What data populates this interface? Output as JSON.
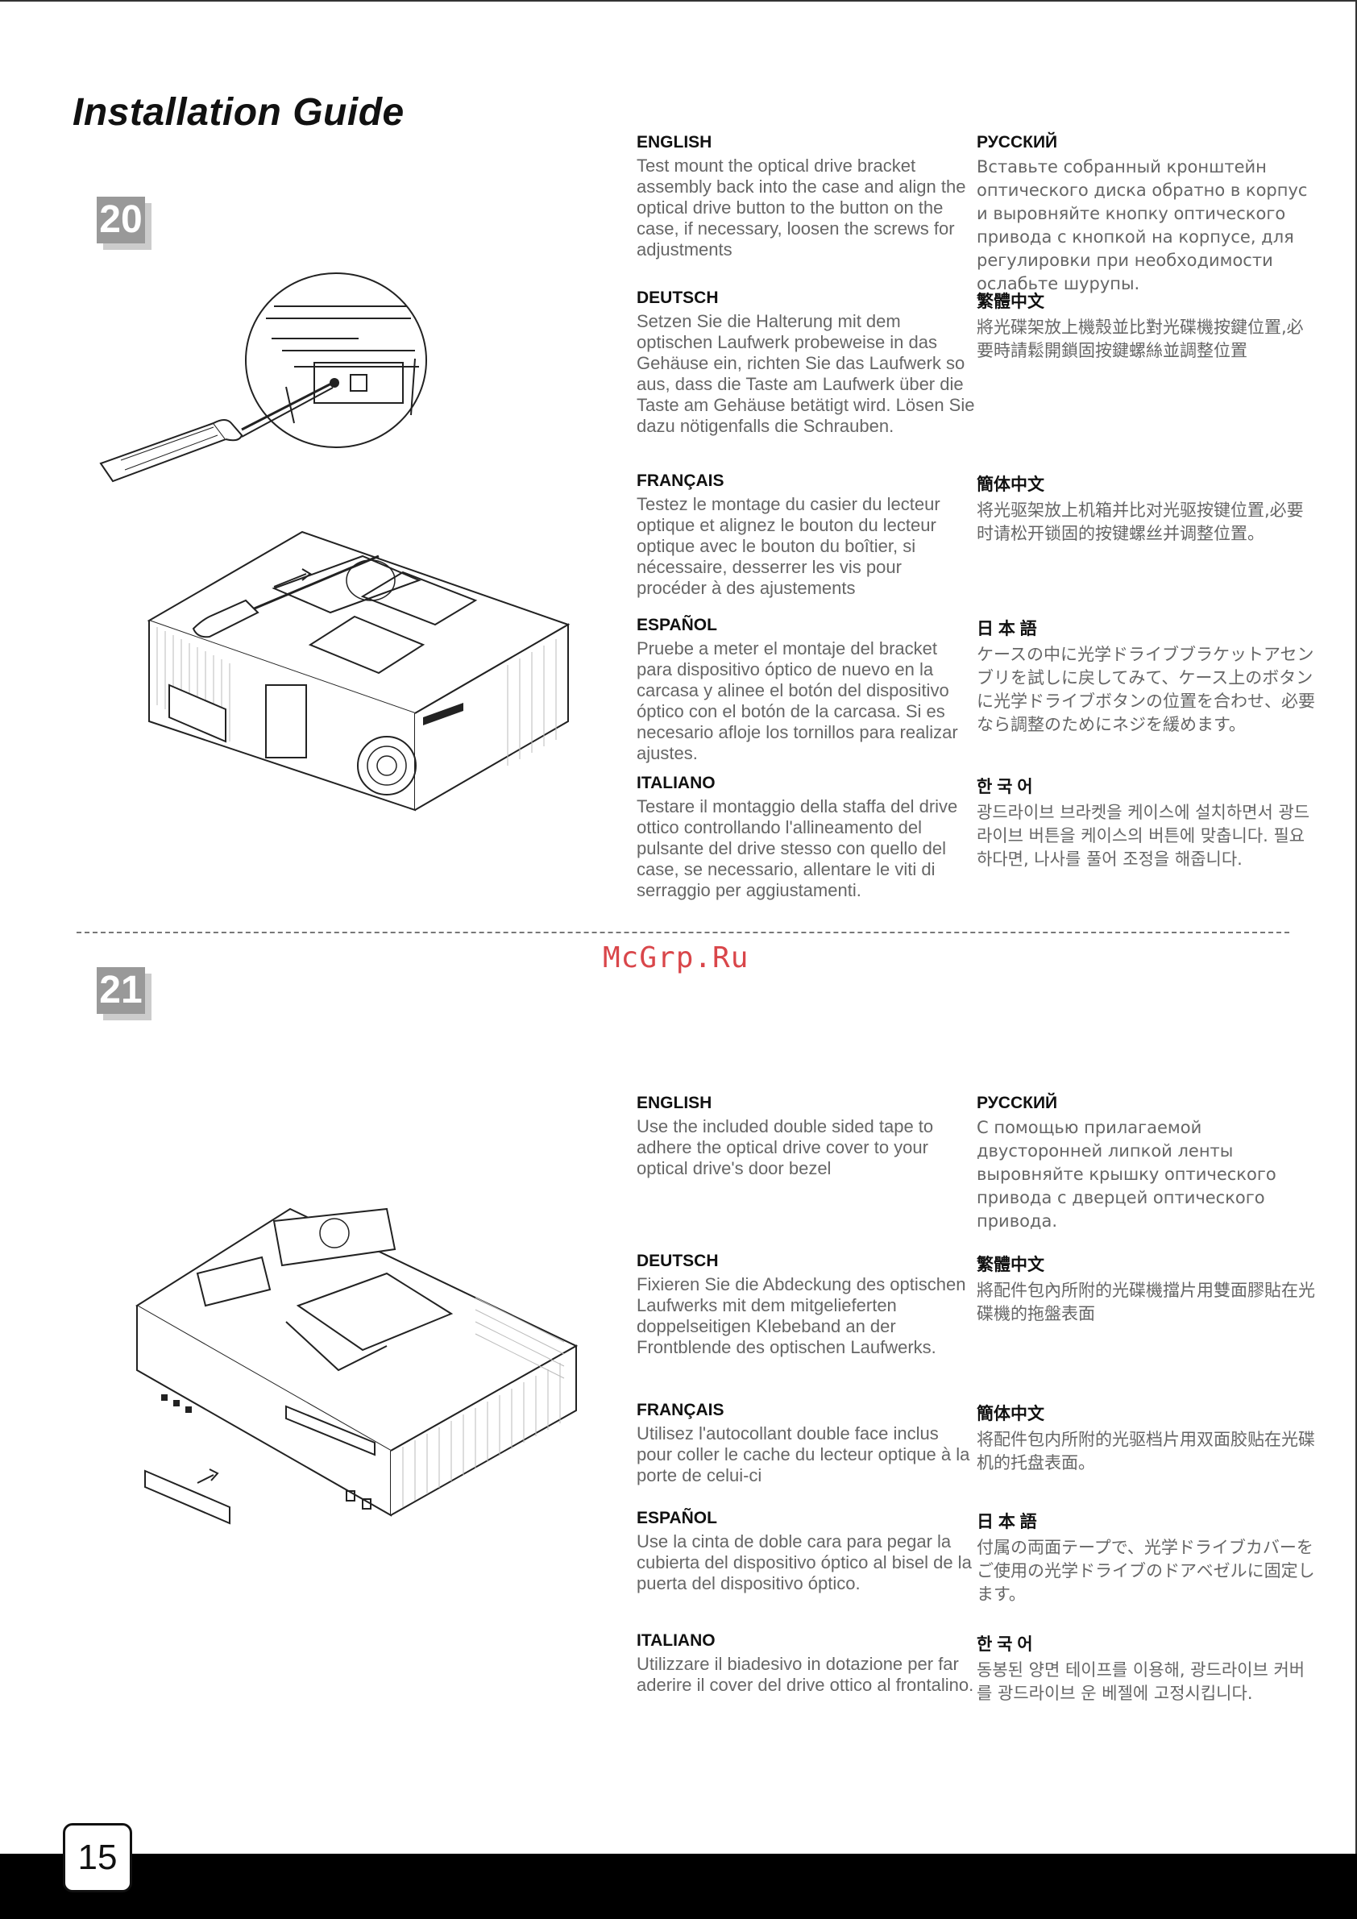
{
  "header": {
    "title": "Installation Guide"
  },
  "watermark": "McGrp.Ru",
  "page_number": "15",
  "steps": [
    {
      "number": "20",
      "instructions": [
        {
          "lang": "ENGLISH",
          "text": "Test mount the optical drive bracket assembly back into the case and align the optical drive button to the button on the case, if necessary, loosen the screws for adjustments"
        },
        {
          "lang": "РУССКИЙ",
          "text": "Вставьте собранный кронштейн оптического диска обратно в корпус и выровняйте кнопку оптического привода с кнопкой на корпусе, для регулировки при необходимости ослабьте шурупы."
        },
        {
          "lang": "DEUTSCH",
          "text": "Setzen Sie die Halterung mit dem optischen Laufwerk probeweise in das Gehäuse ein, richten Sie das Laufwerk so aus, dass die Taste am Laufwerk über die Taste am Gehäuse betätigt wird. Lösen Sie dazu nötigenfalls die Schrauben."
        },
        {
          "lang": "繁體中文",
          "text": "將光碟架放上機殼並比對光碟機按鍵位置,必要時請鬆開鎖固按鍵螺絲並調整位置"
        },
        {
          "lang": "FRANÇAIS",
          "text": "Testez le montage du casier du lecteur optique et alignez le bouton du lecteur optique avec le bouton du boîtier, si nécessaire, desserrer les vis pour procéder à des ajustements"
        },
        {
          "lang": "簡体中文",
          "text": "将光驱架放上机箱并比对光驱按键位置,必要时请松开锁固的按键螺丝并调整位置。"
        },
        {
          "lang": "ESPAÑOL",
          "text": "Pruebe a meter el montaje del bracket para dispositivo óptico de nuevo en la carcasa y alinee el botón del dispositivo óptico con el botón de la carcasa. Si es necesario afloje los tornillos para realizar ajustes."
        },
        {
          "lang": "日 本 語",
          "text": "ケースの中に光学ドライブブラケットアセンブリを試しに戻してみて、ケース上のボタンに光学ドライブボタンの位置を合わせ、必要なら調整のためにネジを緩めます。"
        },
        {
          "lang": "ITALIANO",
          "text": "Testare il montaggio della staffa del drive ottico controllando l'allineamento del pulsante del drive stesso con quello del case, se necessario, allentare le viti di serraggio per aggiustamenti."
        },
        {
          "lang": "한 국 어",
          "text": "광드라이브 브라켓을 케이스에 설치하면서 광드라이브 버튼을 케이스의 버튼에 맞춥니다. 필요하다면, 나사를 풀어 조정을 해줍니다."
        }
      ]
    },
    {
      "number": "21",
      "instructions": [
        {
          "lang": "ENGLISH",
          "text": "Use the included double sided tape to adhere the optical drive cover to your optical drive's door bezel"
        },
        {
          "lang": "РУССКИЙ",
          "text": "С помощью прилагаемой двусторонней липкой ленты выровняйте крышку оптического привода с дверцей оптического привода."
        },
        {
          "lang": "DEUTSCH",
          "text": "Fixieren Sie die Abdeckung des optischen Laufwerks mit dem mitgelieferten doppelseitigen Klebeband an der Frontblende des optischen Laufwerks."
        },
        {
          "lang": "繁體中文",
          "text": "將配件包內所附的光碟機擋片用雙面膠貼在光碟機的拖盤表面"
        },
        {
          "lang": "FRANÇAIS",
          "text": "Utilisez l'autocollant double face inclus pour coller le cache du lecteur optique à la porte de celui-ci"
        },
        {
          "lang": "簡体中文",
          "text": "将配件包内所附的光驱档片用双面胶贴在光碟机的托盘表面。"
        },
        {
          "lang": "ESPAÑOL",
          "text": "Use la cinta de doble cara para pegar la cubierta del dispositivo óptico al bisel de la puerta del dispositivo óptico."
        },
        {
          "lang": "日 本 語",
          "text": "付属の両面テープで、光学ドライブカバーをご使用の光学ドライブのドアベゼルに固定します。"
        },
        {
          "lang": "ITALIANO",
          "text": "Utilizzare il biadesivo in dotazione per far aderire il cover del drive ottico al frontalino."
        },
        {
          "lang": "한 국 어",
          "text": "동봉된 양면 테이프를 이용해, 광드라이브 커버를 광드라이브 운 베젤에 고정시킵니다."
        }
      ]
    }
  ]
}
